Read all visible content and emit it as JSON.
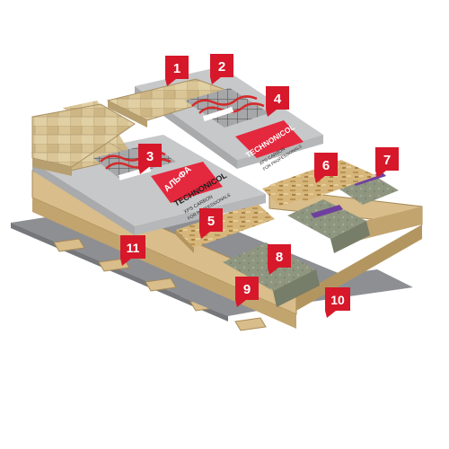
{
  "diagram": {
    "callouts": [
      "1",
      "2",
      "3",
      "4",
      "5",
      "6",
      "7",
      "8",
      "9",
      "10",
      "11"
    ],
    "board_print": {
      "brand": "TECHNONICOL",
      "product": "XPS CARBON",
      "slogan": "FOR PROFESSIONALS",
      "film_text": "АЛЬФА"
    },
    "colors": {
      "callout_red": "#d6182a",
      "tile": "#d9c595",
      "cable": "#d42a2a",
      "xps_board": "#c7c8ca",
      "film_red": "#e4283d",
      "timber": "#d9bd8a",
      "osb": "#d6b67a",
      "mineral_wool": "#8f9680",
      "membrane": "#8d8f93",
      "tape": "#6f3fa0"
    }
  }
}
